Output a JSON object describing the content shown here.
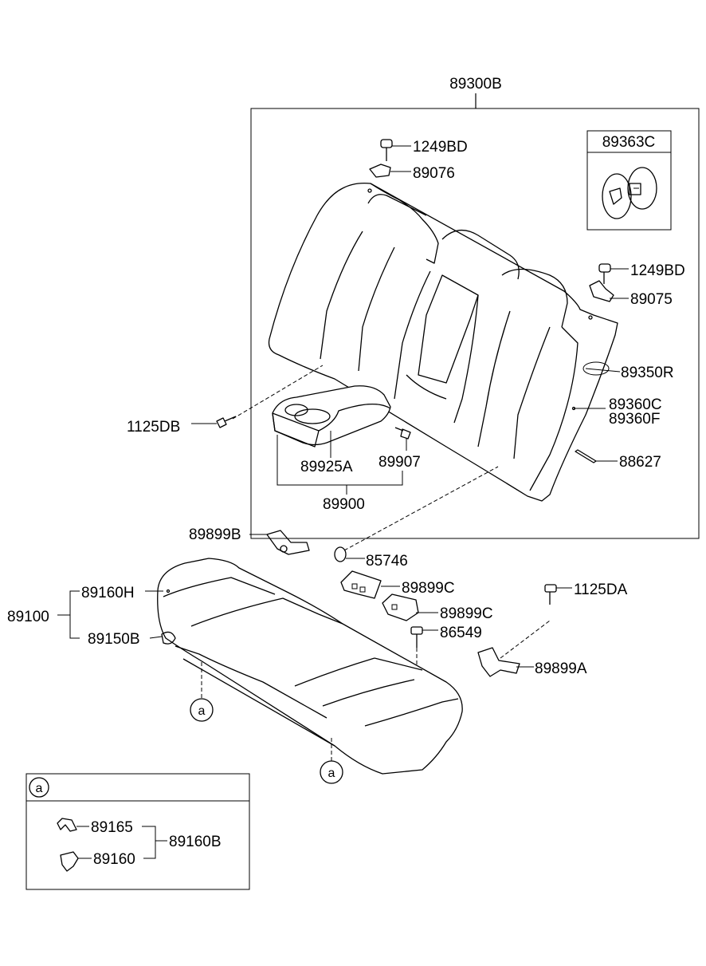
{
  "labels": {
    "p89300B": "89300B",
    "p89363C": "89363C",
    "p1249BD_top": "1249BD",
    "p89076": "89076",
    "p1249BD_right": "1249BD",
    "p89075": "89075",
    "p89350R": "89350R",
    "p89360C": "89360C",
    "p89360F": "89360F",
    "p88627": "88627",
    "p1125DB": "1125DB",
    "p89925A": "89925A",
    "p89907": "89907",
    "p89900": "89900",
    "p89899B": "89899B",
    "p85746": "85746",
    "p89899C_1": "89899C",
    "p89899C_2": "89899C",
    "p1125DA": "1125DA",
    "p86549": "86549",
    "p89899A": "89899A",
    "p89100": "89100",
    "p89160H": "89160H",
    "p89150B": "89150B",
    "p89165": "89165",
    "p89160": "89160",
    "p89160B": "89160B"
  },
  "callouts": {
    "a1": "a",
    "a2": "a",
    "detail": "a"
  }
}
